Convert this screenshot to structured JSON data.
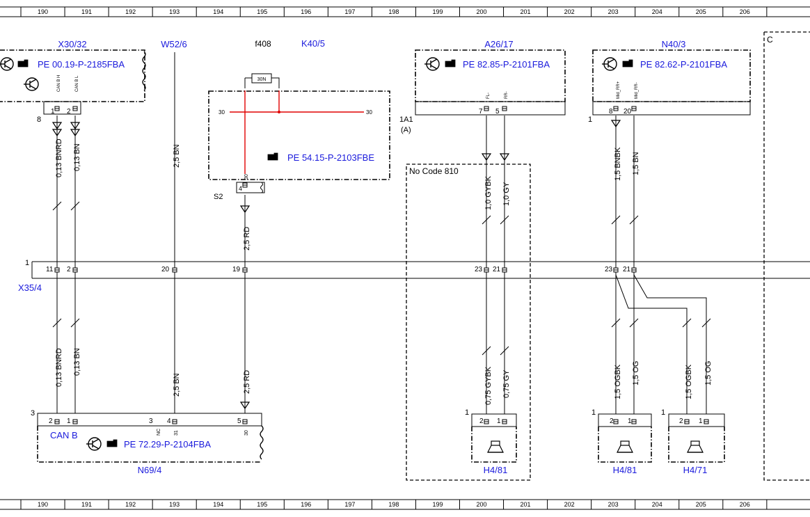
{
  "ruler": {
    "cols": [
      "190",
      "191",
      "192",
      "193",
      "194",
      "195",
      "196",
      "197",
      "198",
      "199",
      "200",
      "201",
      "202",
      "203",
      "204",
      "205",
      "206"
    ]
  },
  "components": {
    "x30_32": {
      "id": "X30/32",
      "ref": "PE 00.19-P-2185FBA",
      "pin1": "CAN B H",
      "pin2": "CAN B L",
      "pin_no1": "1",
      "pin_no2": "2",
      "conn": "8"
    },
    "w52_6": {
      "id": "W52/6"
    },
    "f408": {
      "id": "f408"
    },
    "k40_5": {
      "id": "K40/5",
      "ref": "PE 54.15-P-2103FBE",
      "fuse": "30N",
      "t30a": "30",
      "t30b": "30",
      "t30c": "30",
      "pin4": "4",
      "s2": "S2"
    },
    "a26_17": {
      "id": "A26/17",
      "ref": "PE 82.85-P-2101FBA",
      "pin7": "7",
      "pin5": "5",
      "sig1": "FL-",
      "sig2": "RR-",
      "conn": "1A1",
      "conn_sub": "(A)"
    },
    "n40_3": {
      "id": "N40/3",
      "ref": "PE 82.62-P-2101FBA",
      "pin8": "8",
      "pin20": "20",
      "sig1": "Mid_RR+",
      "sig2": "Mid_RR-",
      "conn": "1"
    },
    "c_box": {
      "id": "C"
    },
    "x35_4": {
      "id": "X35/4",
      "conn": "1",
      "p11": "11",
      "p2": "2",
      "p20": "20",
      "p19": "19",
      "p23a": "23",
      "p21a": "21",
      "p23b": "23",
      "p21b": "21"
    },
    "n69_4": {
      "id": "N69/4",
      "ref": "PE 72.29-P-2104FBA",
      "can": "CAN B",
      "conn": "3",
      "p2": "2",
      "p1": "1",
      "p3": "3",
      "p4": "4",
      "p5": "5",
      "nc": "NC",
      "t31": "31",
      "t30": "30"
    },
    "nocode": {
      "label": "No Code 810"
    },
    "h4_81a": {
      "id": "H4/81",
      "conn": "1",
      "p2": "2",
      "p1": "1"
    },
    "h4_81b": {
      "id": "H4/81",
      "conn": "1",
      "p2": "2",
      "p1": "1"
    },
    "h4_71": {
      "id": "H4/71",
      "conn": "1",
      "p2": "2",
      "p1": "1"
    }
  },
  "wires": {
    "w1_top": "0,13 BNRD",
    "w2_top": "0,13 BN",
    "w3": "2,5 BN",
    "w4_top": "2,5 RD",
    "w5_top": "1,0 GYBK",
    "w6_top": "1,0 GY",
    "w7_top": "1,5 BNBK",
    "w8_top": "1,5 BN",
    "w1_bot": "0,13 BNRD",
    "w2_bot": "0,13 BN",
    "w3_bot": "2,5 BN",
    "w4_bot": "2,5 RD",
    "w5_bot": "0,75 GYBK",
    "w6_bot": "0,75 GY",
    "w7_bot": "1,5 OGBK",
    "w8_bot": "1,5 OG",
    "w9_bot": "1,5 OGBK",
    "w10_bot": "1,5 OG"
  },
  "colors": {
    "label_blue": "#1a1adc",
    "fuse_red": "#e00000",
    "line": "#000000"
  }
}
